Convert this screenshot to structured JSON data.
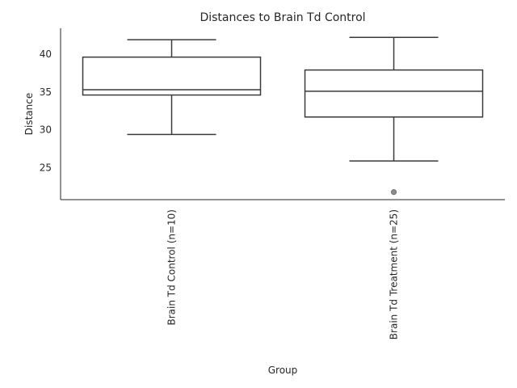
{
  "chart_data": {
    "type": "box",
    "title": "Distances to Brain Td Control",
    "xlabel": "Group",
    "ylabel": "Distance",
    "ylim": [
      20.8,
      43.4
    ],
    "yticks": [
      25,
      30,
      35,
      40
    ],
    "grid": false,
    "categories": [
      "Brain Td Control (n=10)",
      "Brain Td Treatment (n=25)"
    ],
    "boxes": [
      {
        "whisker_low": 29.4,
        "q1": 34.6,
        "median": 35.3,
        "q3": 39.6,
        "whisker_high": 41.9,
        "outliers": []
      },
      {
        "whisker_low": 25.9,
        "q1": 31.7,
        "median": 35.1,
        "q3": 37.9,
        "whisker_high": 42.2,
        "outliers": [
          21.8
        ]
      }
    ]
  }
}
